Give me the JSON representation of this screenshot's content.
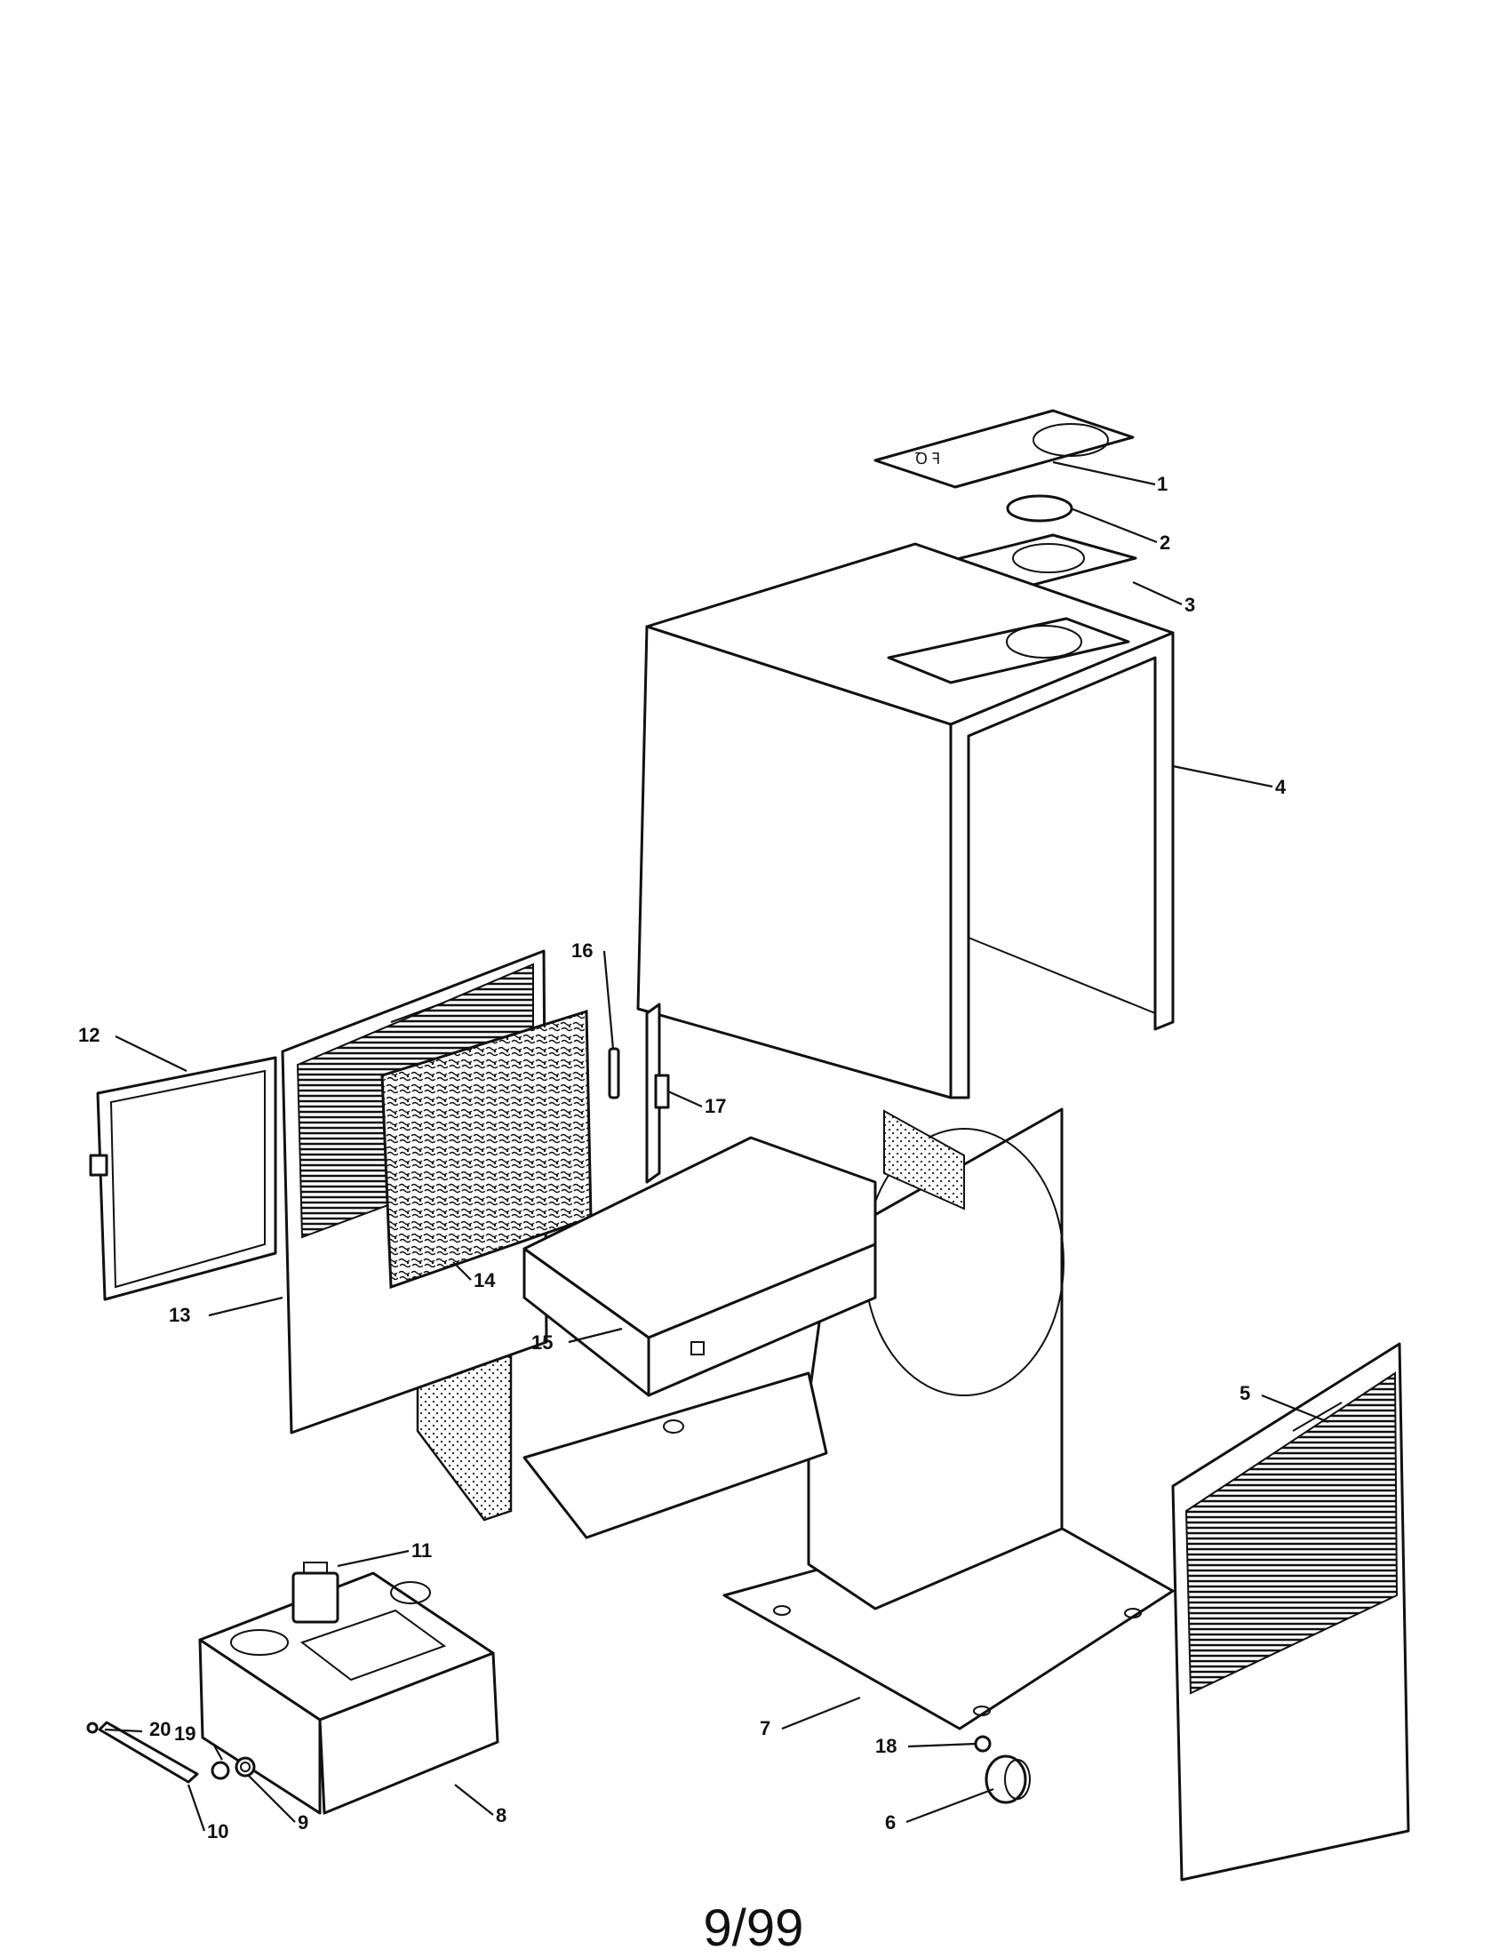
{
  "callouts": {
    "c1": "1",
    "c2": "2",
    "c3": "3",
    "c4": "4",
    "c5": "5",
    "c6": "6",
    "c7": "7",
    "c8": "8",
    "c9": "9",
    "c10": "10",
    "c11": "11",
    "c12": "12",
    "c13": "13",
    "c14": "14",
    "c15": "15",
    "c16": "16",
    "c17": "17",
    "c18": "18",
    "c19": "19",
    "c20": "20"
  },
  "footer": {
    "code": "9/99"
  },
  "colors": {
    "ink": "#111111",
    "paper": "#ffffff"
  }
}
